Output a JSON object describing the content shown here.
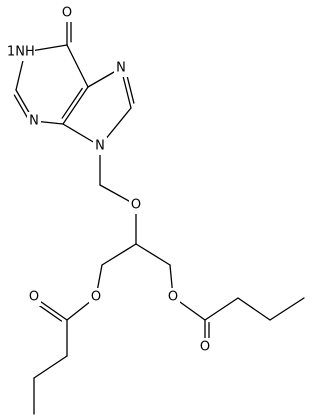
{
  "atoms": [
    {
      "id": "O_top",
      "label": "O"
    },
    {
      "id": "NH",
      "label": "NH"
    },
    {
      "id": "N1",
      "label": "N"
    },
    {
      "id": "N_im",
      "label": "N"
    },
    {
      "id": "N9",
      "label": "N"
    },
    {
      "id": "O_eth",
      "label": "O"
    },
    {
      "id": "O_est1",
      "label": "O"
    },
    {
      "id": "O_car1",
      "label": "O"
    },
    {
      "id": "O_est2",
      "label": "O"
    },
    {
      "id": "O_car2",
      "label": "O"
    }
  ],
  "nh_prefix": "1",
  "colors": {
    "bond": "#000000",
    "label": "#000000",
    "background": "#ffffff"
  }
}
